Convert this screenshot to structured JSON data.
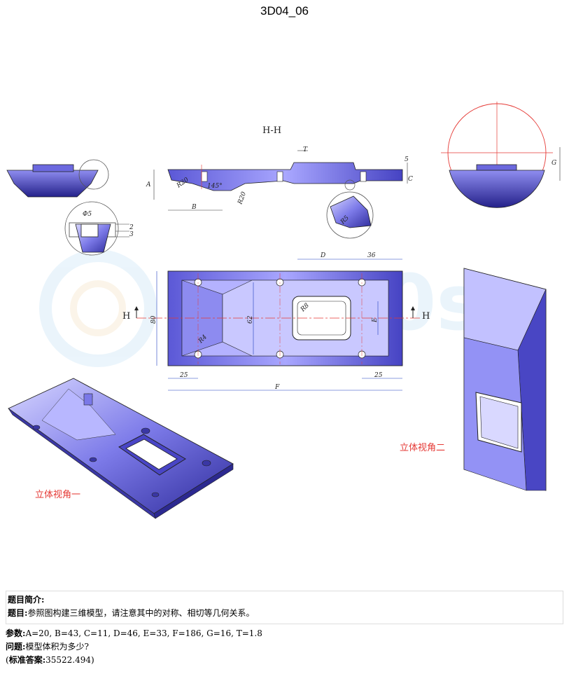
{
  "title": "3D04_06",
  "section_label": "H-H",
  "view_labels": {
    "view1": "立体视角一",
    "view2": "立体视角二"
  },
  "cut_marks": {
    "left": "H",
    "right": "H"
  },
  "dimensions": {
    "A": "A",
    "B": "B",
    "C": "C",
    "D": "D",
    "E": "E",
    "F": "F",
    "G": "G",
    "T": "T",
    "R20a": "R20",
    "R20b": "R20",
    "angle145": "145°",
    "R5": "R5",
    "phi5": "Φ5",
    "n2": "2",
    "n3": "3",
    "n5": "5",
    "n36": "36",
    "n80": "80",
    "n62": "62",
    "R8": "R8",
    "R4": "R4",
    "n25a": "25",
    "n25b": "25"
  },
  "info": {
    "intro_label": "题目简介:",
    "question_label": "题目:",
    "question_text": "参照图构建三维模型，请注意其中的对称、相切等几何关系。",
    "params_label": "参数:",
    "params_text": "A=20, B=43, C=11, D=46, E=33, F=186, G=16, T=1.8",
    "ask_label": "问题:",
    "ask_text": "模型体积为多少?",
    "answer_open": "(",
    "answer_label": "标准答案:",
    "answer_text": "35522.494)"
  },
  "colors": {
    "part_fill": "#7a78e8",
    "part_dark": "#3d3aa8",
    "part_light": "#c9c8ff",
    "center_line": "#e53935",
    "dim_blue": "#1f3fbf"
  }
}
